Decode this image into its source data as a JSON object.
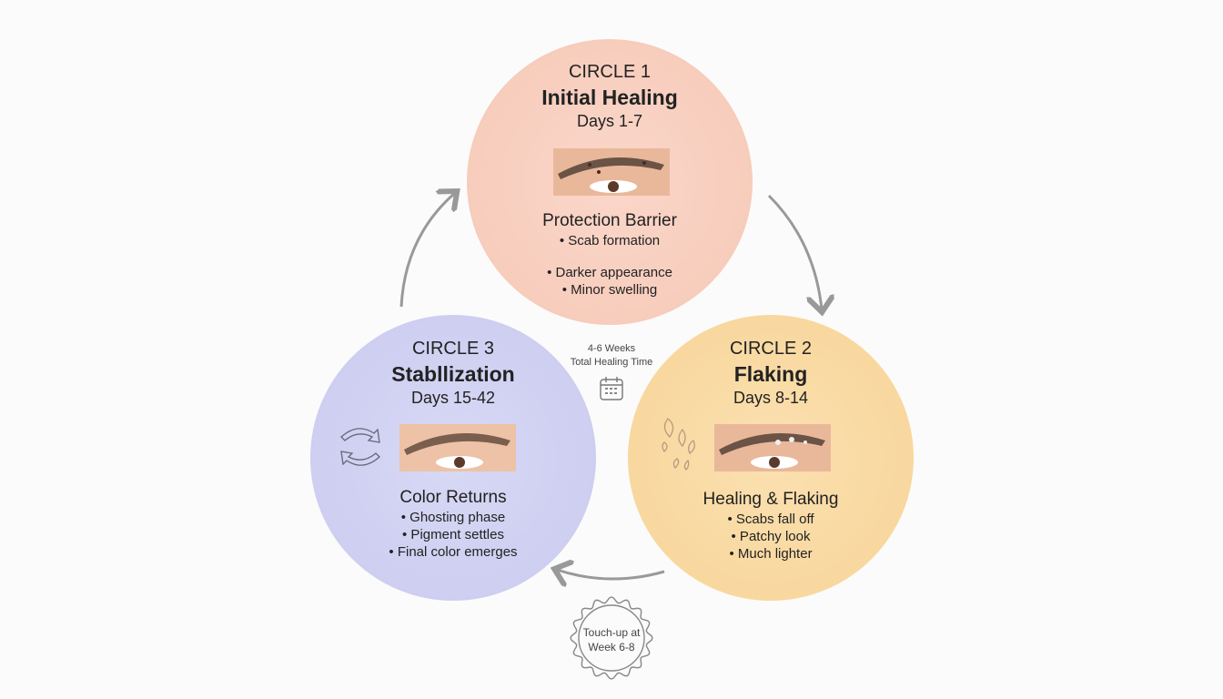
{
  "circles": [
    {
      "label": "CIRCLE 1",
      "title": "Initial Healing",
      "days": "Days 1-7",
      "subtitle": "Protection Barrier",
      "bullets": [
        "• Scab formation",
        "• Darker appearance",
        "• Minor swelling"
      ],
      "color": "#f8cfc0"
    },
    {
      "label": "CIRCLE 2",
      "title": "Flaking",
      "days": "Days 8-14",
      "subtitle": "Healing & Flaking",
      "bullets": [
        "• Scabs fall off",
        "• Patchy look",
        "• Much lighter"
      ],
      "color": "#f8d9a0"
    },
    {
      "label": "CIRCLE 3",
      "title": "Stabllization",
      "days": "Days 15-42",
      "subtitle": "Color Returns",
      "bullets": [
        "• Ghosting phase",
        "• Pigment settles",
        "• Final color emerges"
      ],
      "color": "#cfd0f0"
    }
  ],
  "center": {
    "line1": "4-6 Weeks",
    "line2": "Total Healing Time",
    "icon": "calendar-icon"
  },
  "badge": {
    "line1": "Touch-up at",
    "line2": "Week 6-8"
  }
}
